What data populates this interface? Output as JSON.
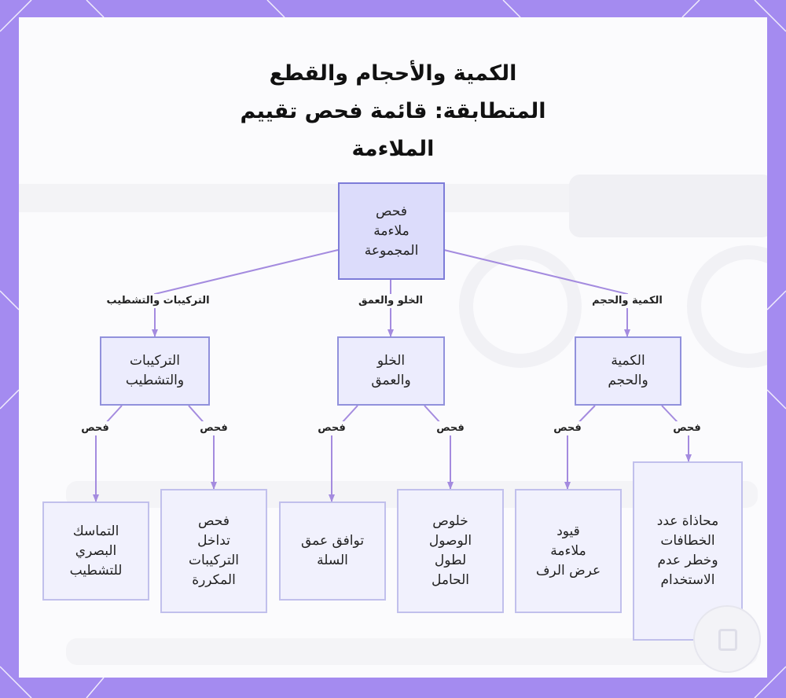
{
  "title": "الكمية والأحجام والقطع المتطابقة: قائمة فحص تقييم الملاءمة",
  "root": {
    "label": "فحص\nملاءمة\nالمجموعة"
  },
  "branches": [
    {
      "edge_label": "التركيبات والتشطيب",
      "label": "التركيبات\nوالتشطيب",
      "leaves": [
        {
          "edge_label": "فحص",
          "label": "التماسك\nالبصري\nللتشطيب"
        },
        {
          "edge_label": "فحص",
          "label": "فحص\nتداخل\nالتركيبات\nالمكررة"
        }
      ]
    },
    {
      "edge_label": "الخلو والعمق",
      "label": "الخلو\nوالعمق",
      "leaves": [
        {
          "edge_label": "فحص",
          "label": "توافق عمق\nالسلة"
        },
        {
          "edge_label": "فحص",
          "label": "خلوص\nالوصول\nلطول\nالحامل"
        }
      ]
    },
    {
      "edge_label": "الكمية والحجم",
      "label": "الكمية\nوالحجم",
      "leaves": [
        {
          "edge_label": "فحص",
          "label": "قيود\nملاءمة\nعرض الرف"
        },
        {
          "edge_label": "فحص",
          "label": "محاذاة عدد\nالخطافات\nوخطر عدم\nالاستخدام"
        }
      ]
    }
  ],
  "colors": {
    "frame": "#a48bf0",
    "canvas": "#fbfbfd",
    "root_fill": "#dcdcfb",
    "root_border": "#7d7cd8",
    "node_fill": "#ececfd",
    "leaf_fill": "#f1f1fd",
    "edge": "#a48bdf"
  }
}
